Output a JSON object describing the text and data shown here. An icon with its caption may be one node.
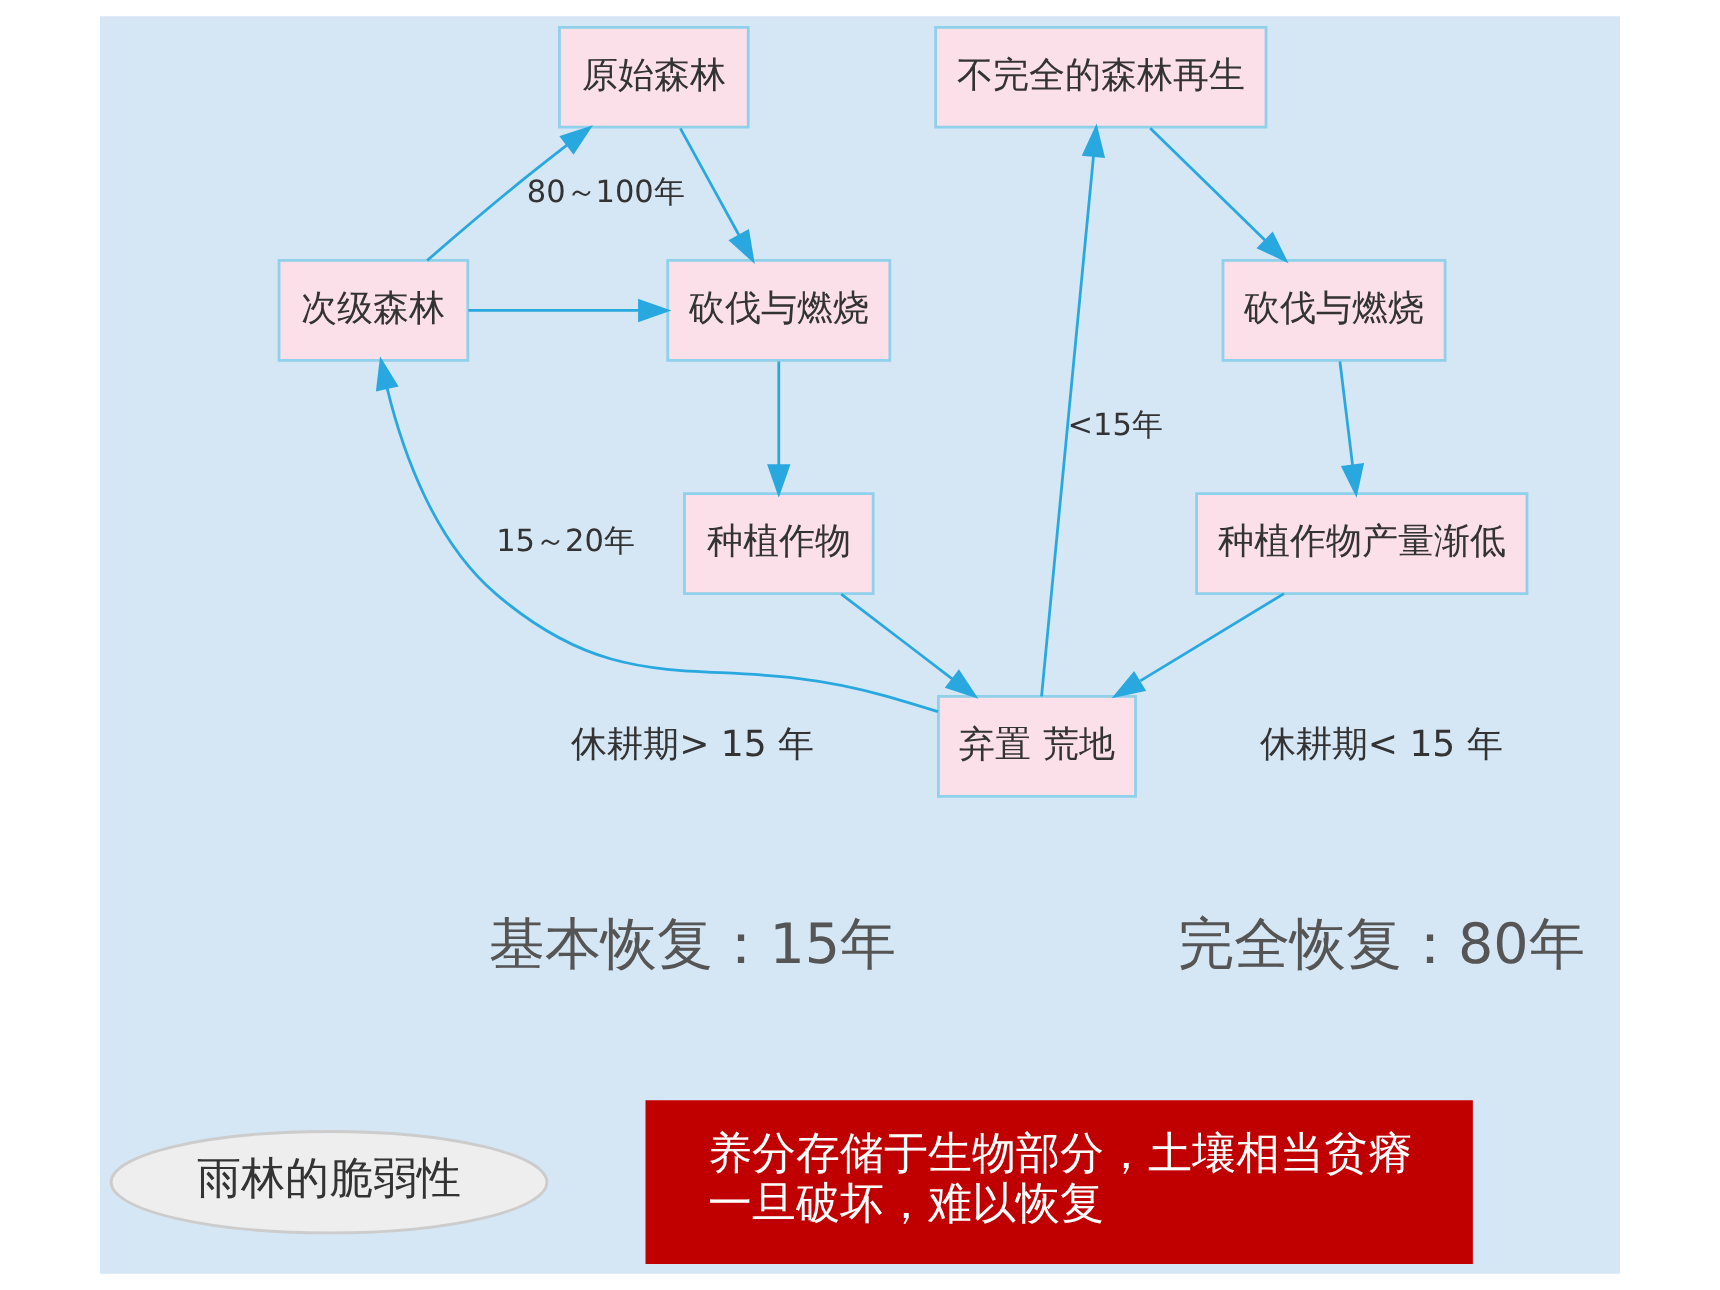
{
  "diagram": {
    "nodes": [
      {
        "text": [
          "原始森林"
        ]
      },
      {
        "text": [
          "次级森林"
        ]
      },
      {
        "text": [
          "砍伐与燃烧"
        ]
      },
      {
        "text": [
          "不完全的森林再生"
        ]
      },
      {
        "text": [
          "砍伐与燃烧"
        ]
      },
      {
        "text": [
          "弃置 荒地"
        ]
      },
      {
        "text": [
          "种植作物"
        ]
      },
      {
        "text": [
          "种植作物产量渐低"
        ]
      },
      {
        "text": [
          "雨林的脆弱性"
        ]
      },
      {
        "text": [
          "养分存储于生物部分，土壤相当贫瘠",
          "一旦破坏，难以恢复"
        ]
      }
    ],
    "edges": [
      {
        "from": 0,
        "to": 2,
        "arrow": "to"
      },
      {
        "from": 2,
        "to": 6,
        "arrow": "to"
      },
      {
        "from": 6,
        "to": 5,
        "arrow": "to"
      },
      {
        "from": 5,
        "to": 1,
        "arrow": "to",
        "label": "15～20年"
      },
      {
        "from": 1,
        "to": 0,
        "arrow": "to",
        "label": "80～100年"
      },
      {
        "from": 1,
        "to": 2,
        "arrow": "to"
      },
      {
        "from": 5,
        "to": 3,
        "arrow": "to",
        "label": "<15年"
      },
      {
        "from": 3,
        "to": 4,
        "arrow": "to"
      },
      {
        "from": 4,
        "to": 7,
        "arrow": "to"
      },
      {
        "from": 7,
        "to": 5,
        "arrow": "to"
      }
    ],
    "labels": [
      "休耕期> 15 年",
      "休耕期< 15 年",
      "基本恢复：15年",
      "完全恢复：80年"
    ]
  }
}
